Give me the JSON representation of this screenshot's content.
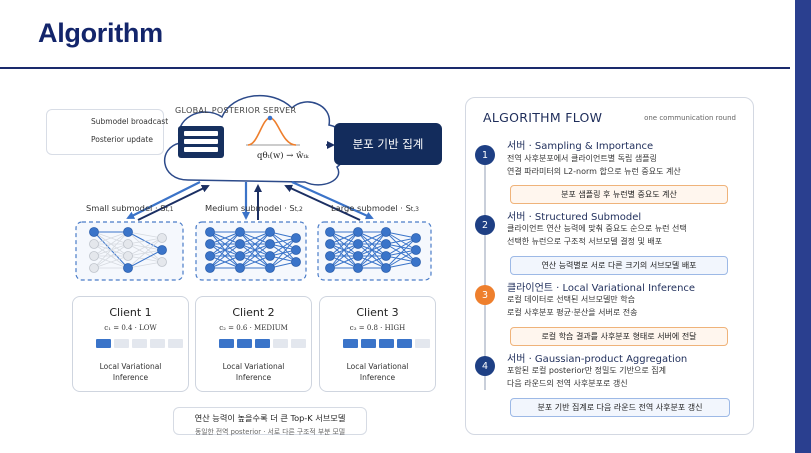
{
  "slide": {
    "title": "Algorithm"
  },
  "legend": {
    "broadcast_label": "Submodel broadcast",
    "update_label": "Posterior update"
  },
  "server": {
    "label": "GLOBAL POSTERIOR SERVER",
    "formula": "qθₜ(w) → ŵₜₖ",
    "aggregate_label": "분포 기반 집계"
  },
  "submodels": [
    {
      "label": "Small submodel · S",
      "sub": "t,1"
    },
    {
      "label": "Medium submodel · S",
      "sub": "t,2"
    },
    {
      "label": "Large submodel · S",
      "sub": "t,3"
    }
  ],
  "clients": [
    {
      "name": "Client 1",
      "capacity": "c₁ = 0.4 · LOW",
      "filled": 1,
      "method_line1": "Local Variational",
      "method_line2": "Inference"
    },
    {
      "name": "Client 2",
      "capacity": "c₂ = 0.6 · MEDIUM",
      "filled": 3,
      "method_line1": "Local Variational",
      "method_line2": "Inference"
    },
    {
      "name": "Client 3",
      "capacity": "c₃ = 0.8 · HIGH",
      "filled": 4,
      "method_line1": "Local Variational",
      "method_line2": "Inference"
    }
  ],
  "note": {
    "main": "연산 능력이 높을수록 더 큰 Top-K 서브모델",
    "sub": "동일한 전역 posterior · 서로 다른 구조적 부분 모델"
  },
  "flow": {
    "title": "ALGORITHM FLOW",
    "subtitle": "one communication round",
    "steps": [
      {
        "num": "1",
        "title": "서버 · Sampling & Importance",
        "desc1": "전역 사후분포에서 클라이언트별 독립 샘플링",
        "desc2": "연결 파라미터의 L2-norm 합으로 뉴런 중요도 계산",
        "tag": "분포 샘플링 후 뉴런별 중요도 계산"
      },
      {
        "num": "2",
        "title": "서버 · Structured Submodel",
        "desc1": "클라이언트 연산 능력에 맞춰 중요도 순으로 뉴런 선택",
        "desc2": "선택한 뉴런으로 구조적 서브모델 결정 및 배포",
        "tag": "연산 능력별로 서로 다른 크기의 서브모델 배포"
      },
      {
        "num": "3",
        "title": "클라이언트 · Local Variational Inference",
        "desc1": "로컬 데이터로 선택된 서브모델만 학습",
        "desc2": "로컬 사후분포 평균·분산을 서버로 전송",
        "tag": "로컬 학습 결과를 사후분포 형태로 서버에 전달"
      },
      {
        "num": "4",
        "title": "서버 · Gaussian-product Aggregation",
        "desc1": "포함된 로컬 posterior만 정밀도 기반으로 집계",
        "desc2": "다음 라운드의 전역 사후분포로 갱신",
        "tag": "분포 기반 집계로 다음 라운드 전역 사후분포 갱신"
      }
    ]
  },
  "colors": {
    "navy": "#132c5c",
    "title": "#13256b",
    "blue": "#3b73c8",
    "orange": "#ee7f2d",
    "node_active": "#3a74c9",
    "node_inactive": "#cfd3da"
  }
}
